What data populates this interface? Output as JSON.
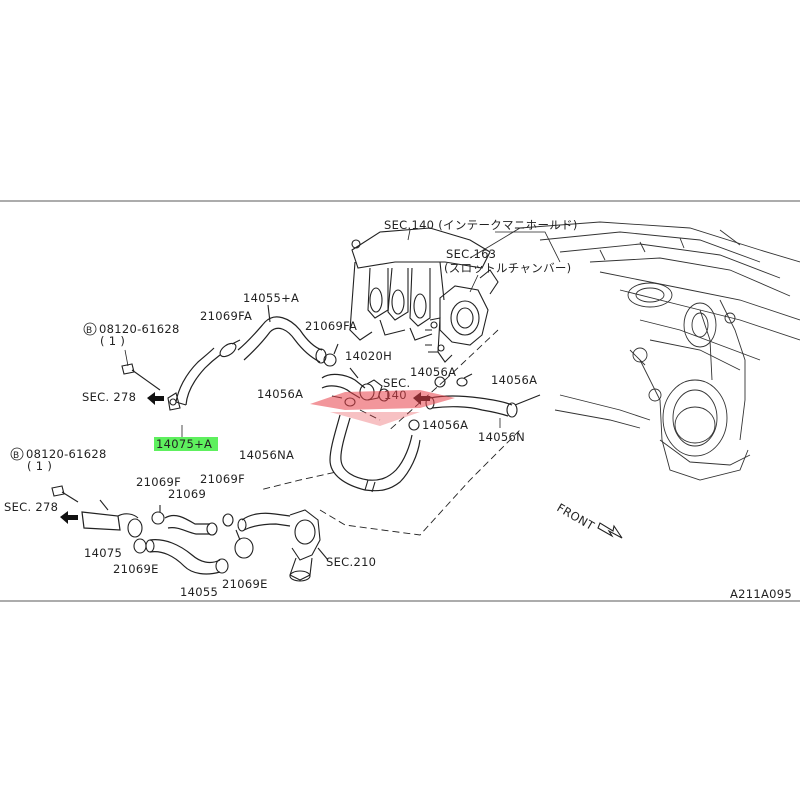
{
  "labels": {
    "sec140": "SEC.140 (インテークマニホールド)",
    "sec163a": "SEC.163",
    "sec163b": "(スロットルチャンバー)",
    "p14055a": "14055+A",
    "p21069fa_1": "21069FA",
    "p21069fa_2": "21069FA",
    "p14020h": "14020H",
    "bolt1_num": "08120-61628",
    "bolt1_qty": "( 1 )",
    "bolt_b": "B",
    "sec278_1": "SEC. 278",
    "p14075a": "14075+A",
    "p14056a_1": "14056A",
    "p14056a_2": "14056A",
    "p14056a_3": "14056A",
    "p14056a_4": "14056A",
    "sec140b_1": "SEC.",
    "sec140b_2": "140",
    "p14056n": "14056N",
    "p14056na": "14056NA",
    "bolt2_num": "08120-61628",
    "bolt2_qty": "( 1 )",
    "sec278_2": "SEC. 278",
    "p21069f_1": "21069F",
    "p21069": "21069",
    "p21069f_2": "21069F",
    "p14075": "14075",
    "p21069e_1": "21069E",
    "p14055": "14055",
    "p21069e_2": "21069E",
    "sec210": "SEC.210",
    "front": "FRONT",
    "diagram_code": "A211A095"
  },
  "highlight": {
    "part": "14075+A",
    "color": "#5ef05e"
  },
  "colors": {
    "line": "#222222",
    "arrow": "#111111",
    "watermark": "#e8424a"
  },
  "icons": [
    "arrow-left-icon",
    "front-arrow-icon",
    "bolt-b-icon"
  ]
}
